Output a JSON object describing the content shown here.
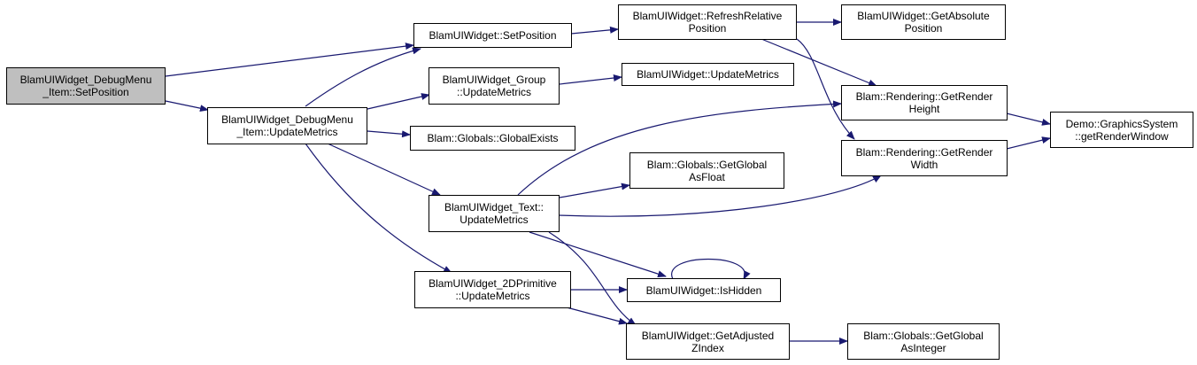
{
  "colors": {
    "edge": "#191970",
    "root_fill": "#bfbfbf",
    "node_fill": "#ffffff",
    "border": "#000000"
  },
  "nodes": {
    "root": "BlamUIWidget_DebugMenu\n_Item::SetPosition",
    "set_position": "BlamUIWidget::SetPosition",
    "refresh_relative": "BlamUIWidget::RefreshRelative\nPosition",
    "get_absolute": "BlamUIWidget::GetAbsolute\nPosition",
    "debug_update": "BlamUIWidget_DebugMenu\n_Item::UpdateMetrics",
    "group_update": "BlamUIWidget_Group\n::UpdateMetrics",
    "widget_update": "BlamUIWidget::UpdateMetrics",
    "global_exists": "Blam::Globals::GlobalExists",
    "render_height": "Blam::Rendering::GetRender\nHeight",
    "render_width": "Blam::Rendering::GetRender\nWidth",
    "render_window": "Demo::GraphicsSystem\n::getRenderWindow",
    "global_float": "Blam::Globals::GetGlobal\nAsFloat",
    "text_update": "BlamUIWidget_Text::\nUpdateMetrics",
    "is_hidden": "BlamUIWidget::IsHidden",
    "prim_update": "BlamUIWidget_2DPrimitive\n::UpdateMetrics",
    "adjusted_z": "BlamUIWidget::GetAdjusted\nZIndex",
    "global_int": "Blam::Globals::GetGlobal\nAsInteger"
  }
}
